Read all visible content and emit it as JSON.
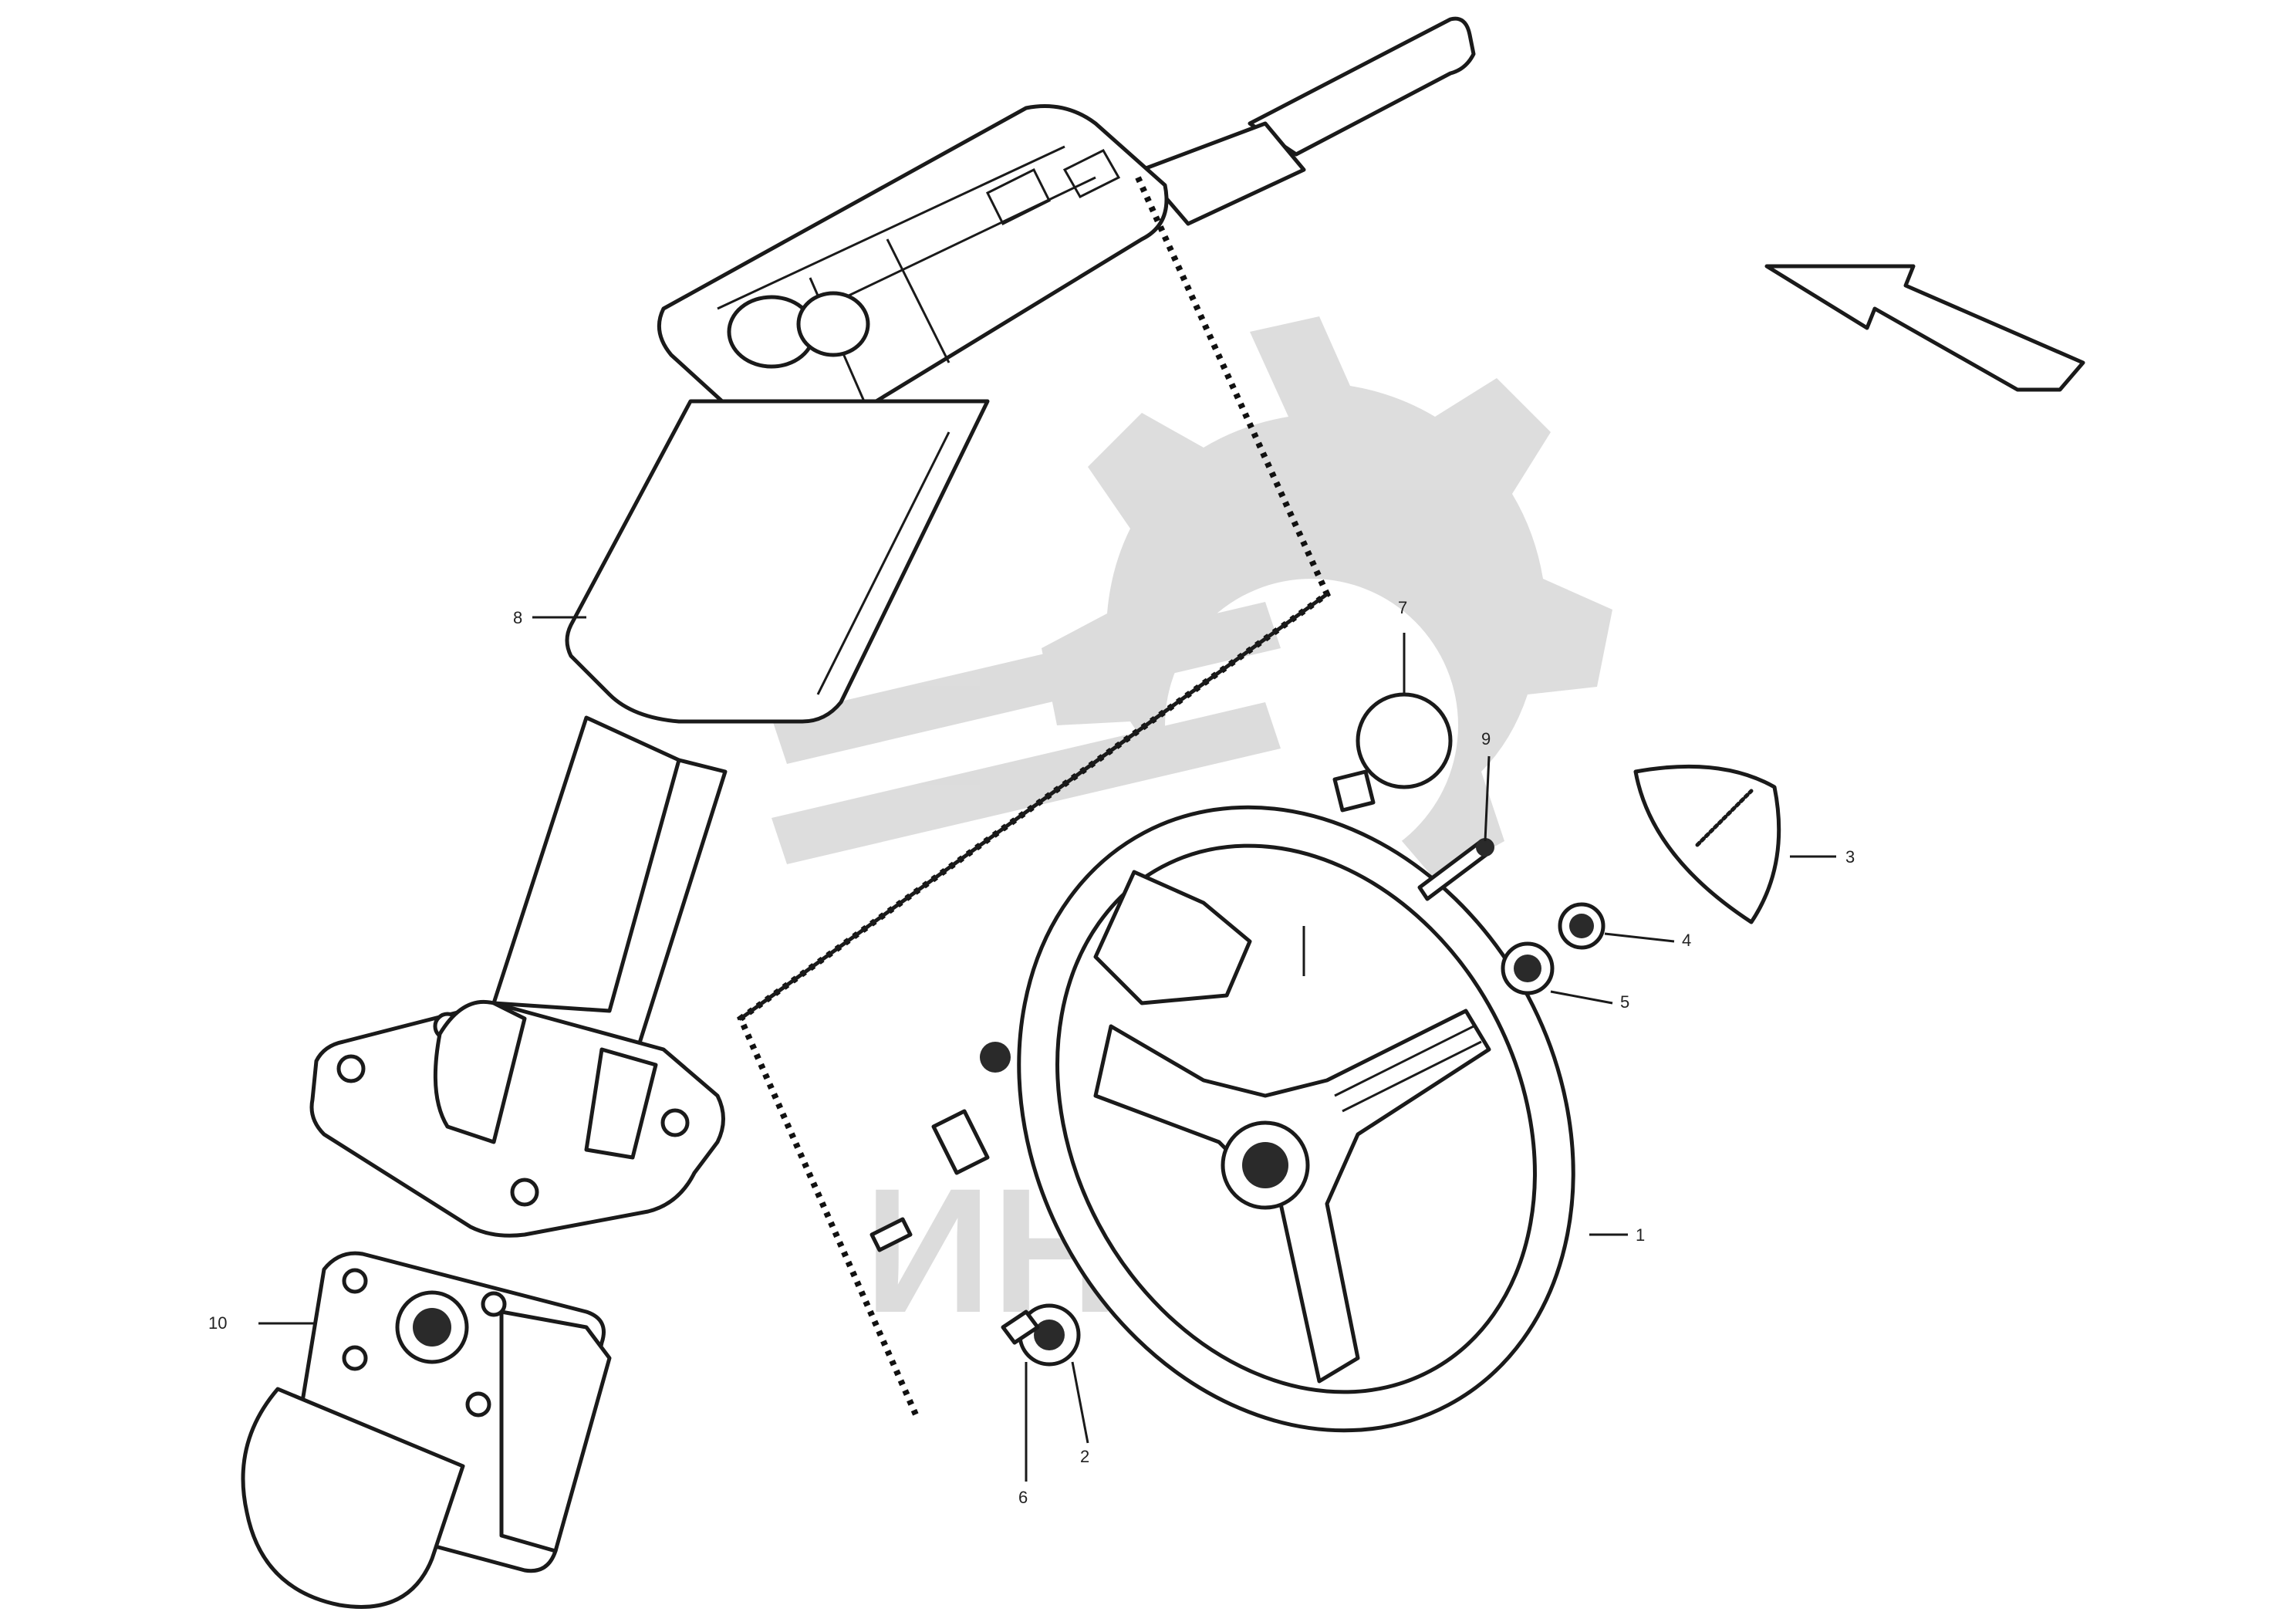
{
  "watermark": {
    "text": "ИНТЕХ"
  },
  "callouts": [
    {
      "id": "callout-column",
      "text": "8"
    },
    {
      "id": "callout-cap",
      "text": "7"
    },
    {
      "id": "callout-bolt",
      "text": "9"
    },
    {
      "id": "callout-cover",
      "text": "3"
    },
    {
      "id": "callout-nut",
      "text": "4"
    },
    {
      "id": "callout-washer",
      "text": "5"
    },
    {
      "id": "callout-wheel",
      "text": "1"
    },
    {
      "id": "callout-valve",
      "text": "10"
    },
    {
      "id": "callout-screw",
      "text": "6"
    },
    {
      "id": "callout-bushing",
      "text": "2"
    }
  ],
  "drawing_code": {
    "line1": "",
    "line2": "",
    "line3": ""
  }
}
